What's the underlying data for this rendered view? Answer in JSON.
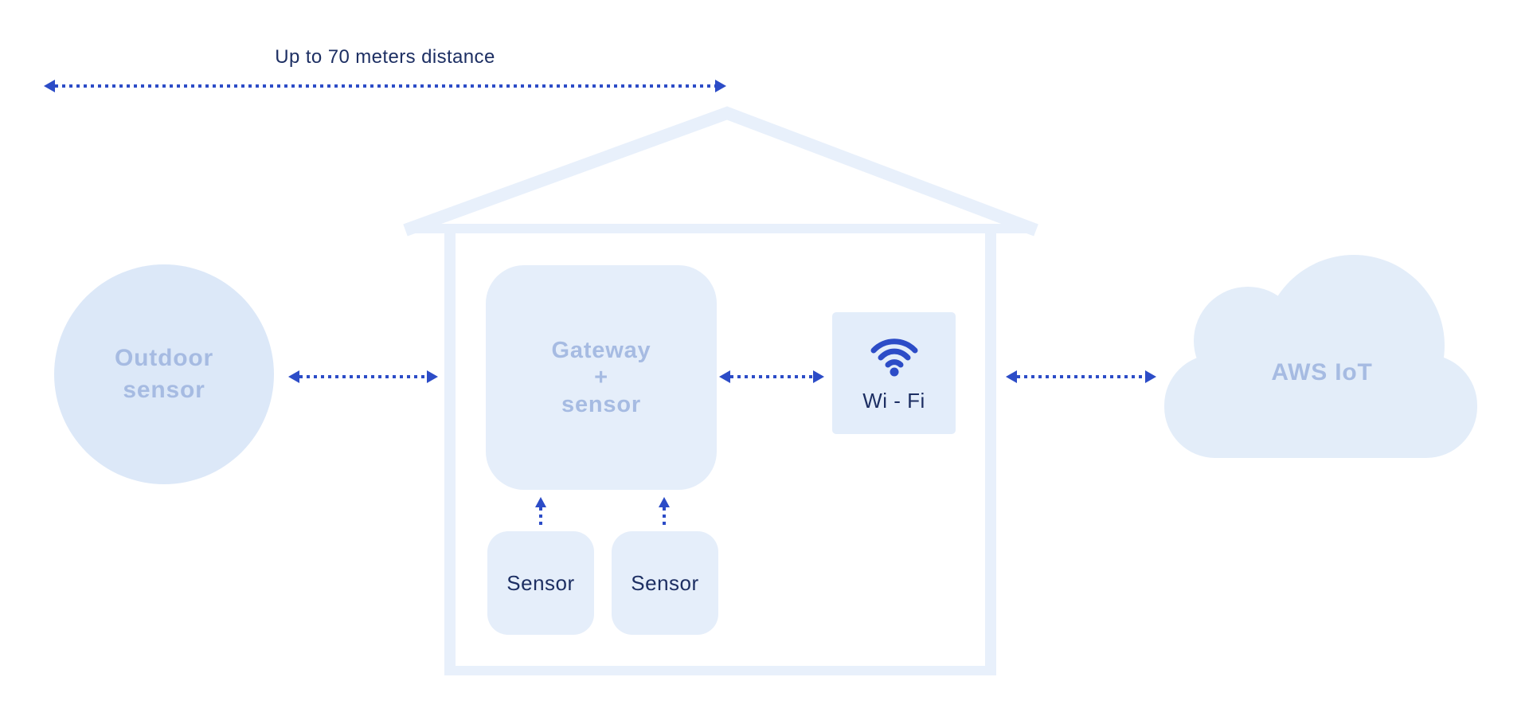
{
  "diagram": {
    "description": "IoT home sensor network architecture diagram",
    "distance_note": "Up to 70 meters distance",
    "nodes": {
      "outdoor_sensor": {
        "label": "Outdoor\nsensor",
        "shape": "circle"
      },
      "gateway": {
        "label": "Gateway\n+\nsensor",
        "shape": "rounded-square",
        "location": "inside-house"
      },
      "wifi": {
        "label": "Wi - Fi",
        "icon": "wifi-icon",
        "shape": "square",
        "location": "inside-house"
      },
      "sensor_left": {
        "label": "Sensor",
        "shape": "rounded-square",
        "location": "inside-house"
      },
      "sensor_right": {
        "label": "Sensor",
        "shape": "rounded-square",
        "location": "inside-house"
      },
      "aws_iot": {
        "label": "AWS IoT",
        "shape": "cloud"
      }
    },
    "connections": [
      {
        "from": "outdoor_sensor",
        "to": "gateway",
        "style": "dotted-double-arrow"
      },
      {
        "from": "gateway",
        "to": "wifi",
        "style": "dotted-double-arrow"
      },
      {
        "from": "wifi",
        "to": "aws_iot",
        "style": "dotted-double-arrow"
      },
      {
        "from": "sensor_left",
        "to": "gateway",
        "style": "dotted-up-arrow"
      },
      {
        "from": "sensor_right",
        "to": "gateway",
        "style": "dotted-up-arrow"
      },
      {
        "from": "distance-span-left",
        "to": "distance-span-right",
        "style": "dotted-double-arrow",
        "label": "Up to 70 meters distance"
      }
    ]
  },
  "colors": {
    "bg": "#ffffff",
    "house": "#e8f0fb",
    "circle_fill": "#dce8f8",
    "box_fill": "#e5eefa",
    "wifi_box_fill": "#e3edfa",
    "cloud_fill": "#e3edf9",
    "light_label": "#a6bbe2",
    "navy_label": "#1d2f63",
    "arrow_blue": "#2c4cc7"
  }
}
